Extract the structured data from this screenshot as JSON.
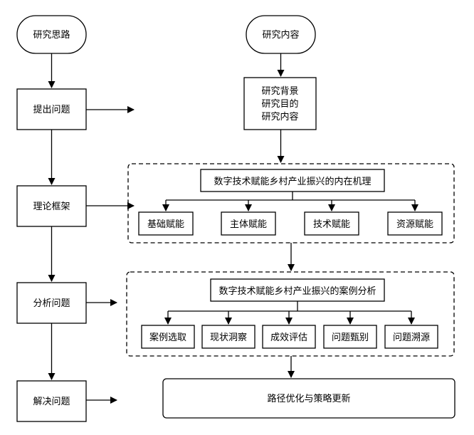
{
  "left_column": {
    "start": "研究思路",
    "steps": [
      "提出问题",
      "理论框架",
      "分析问题",
      "解决问题"
    ]
  },
  "right_column": {
    "start": "研究内容",
    "content_box": [
      "研究背景",
      "研究目的",
      "研究内容"
    ],
    "mechanism": {
      "title": "数字技术赋能乡村产业振兴的内在机理",
      "items": [
        "基础赋能",
        "主体赋能",
        "技术赋能",
        "资源赋能"
      ]
    },
    "case_analysis": {
      "title": "数字技术赋能乡村产业振兴的案例分析",
      "items": [
        "案例选取",
        "现状洞察",
        "成效评估",
        "问题甄别",
        "问题溯源"
      ]
    },
    "solution": "路径优化与策略更新"
  },
  "colors": {
    "stroke": "#000000",
    "fill": "#ffffff"
  }
}
